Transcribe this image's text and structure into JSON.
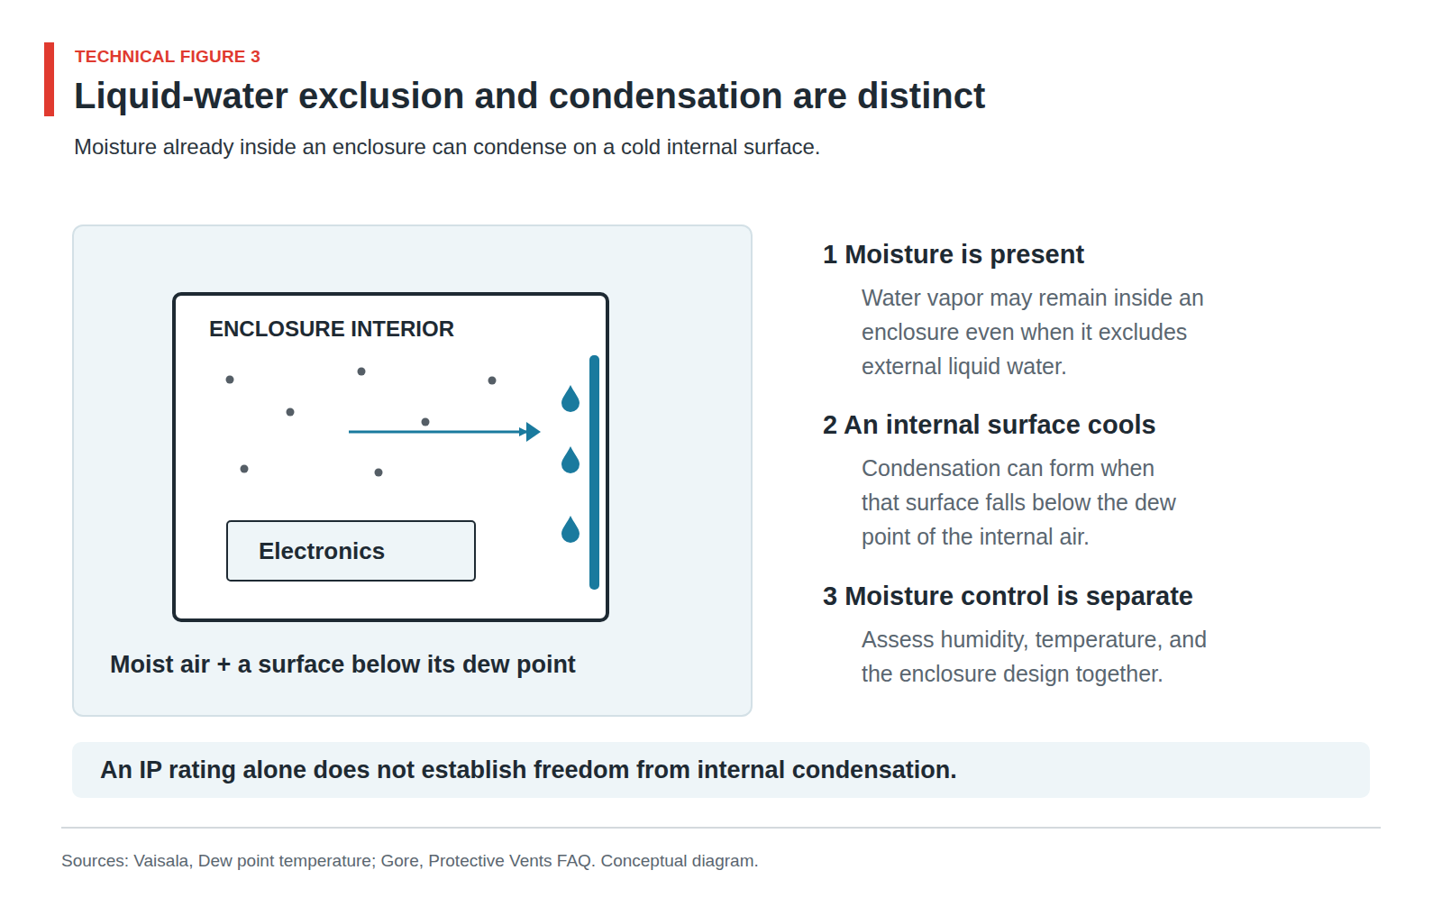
{
  "diagram": {
    "title": "Liquid-water exclusion and condensation are distinct",
    "caption": "Moisture already inside an enclosure can condense on a cold internal surface.",
    "nodes": [
      {
        "text": [
          "Moist air + a surface below its dew point"
        ]
      },
      {
        "text": [
          "ENCLOSURE INTERIOR"
        ],
        "in": 0
      },
      {
        "text": [
          "Electronics"
        ],
        "in": 1
      },
      {
        "text": [
          "An IP rating alone does not establish freedom from internal condensation."
        ]
      }
    ],
    "labels": [
      "TECHNICAL FIGURE 3",
      "1 Moisture is present",
      "Water vapor may remain inside an enclosure even when it excludes external liquid water.",
      "2 An internal surface cools",
      "Condensation can form when that surface falls below the dew point of the internal air.",
      "3 Moisture control is separate",
      "Assess humidity, temperature, and the enclosure design together.",
      "Sources: Vaisala, Dew point temperature; Gore, Protective Vents FAQ. Conceptual diagram."
    ]
  }
}
